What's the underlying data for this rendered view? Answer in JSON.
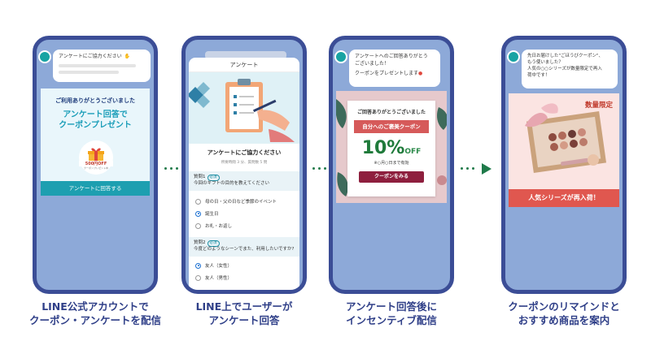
{
  "steps": [
    {
      "chat": "アンケートにご協力ください",
      "card_thanks": "ご利用ありがとうございました",
      "card_headline_1": "アンケート回答で",
      "card_headline_2": "クーポンプレゼント",
      "badge_value": "500円OFF",
      "badge_sub": "クーポンプレゼント中",
      "cta": "アンケートに回答する",
      "caption_1": "LINE公式アカウントで",
      "caption_2": "クーポン・アンケートを配信"
    },
    {
      "sheet_title": "アンケート",
      "heading": "アンケートにご協力ください",
      "meta": "所要時間 3 分、質問数 5 問",
      "q1_label": "質問1",
      "q1_tag": "必須",
      "q1_text": "今回のギフトの目的を教えてください",
      "q1_options": [
        "母の日・父の日など季節のイベント",
        "誕生日",
        "お礼・お返し"
      ],
      "q1_selected": 1,
      "q2_label": "質問2",
      "q2_tag": "必須",
      "q2_text": "今度どのようなシーンでまた、利用したいですか?",
      "q2_options": [
        "友人（女性）",
        "友人（男性）"
      ],
      "q2_selected": 0,
      "caption_1": "LINE上でユーザーが",
      "caption_2": "アンケート回答"
    },
    {
      "chat_1": "アンケートへのご回答ありがとう",
      "chat_2": "ございました！",
      "chat_3": "クーポンをプレゼントします",
      "coupon_thanks": "ご回答ありがとうございました",
      "coupon_ribbon": "自分へのご褒美クーポン",
      "coupon_value": "10%",
      "coupon_off": "OFF",
      "coupon_valid": "※○月○日まで有効",
      "coupon_button": "クーポンをみる",
      "caption_1": "アンケート回答後に",
      "caption_2": "インセンティブ配信"
    },
    {
      "chat_1": "先日お届けした\"ごほうびクーポン\"、",
      "chat_2": "もう使いました？",
      "chat_3": "人気の○○シリーズが数量限定で再入",
      "chat_4": "荷中です！",
      "limited": "数量限定",
      "banner": "人気シリーズが再入荷！",
      "caption_1": "クーポンのリマインドと",
      "caption_2": "おすすめ商品を案内"
    }
  ],
  "colors": {
    "phone_body": "#8da9d8",
    "phone_frame": "#3b4d96",
    "caption": "#2f3f88",
    "arrow": "#1f7a4a",
    "teal": "#1d9fb0",
    "coupon_red": "#d65a5a",
    "wine": "#8e1f3e"
  }
}
